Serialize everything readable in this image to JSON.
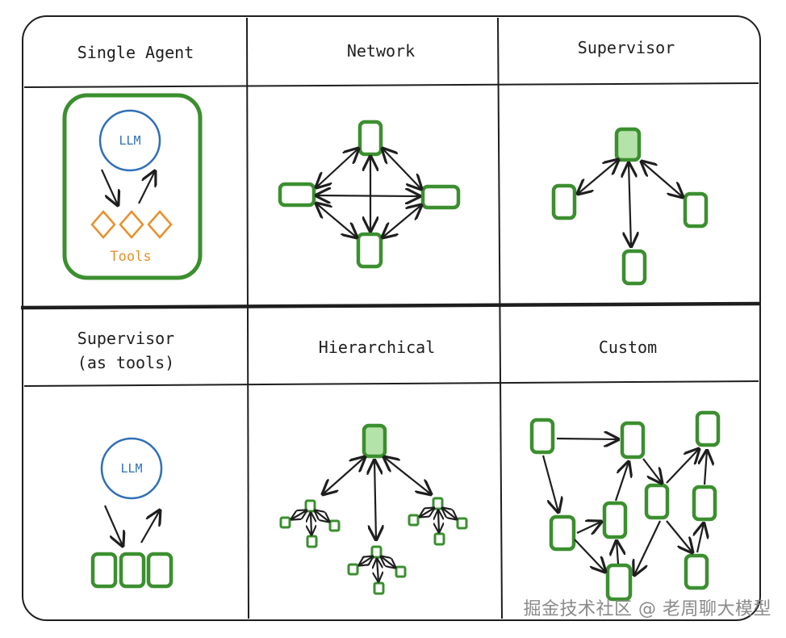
{
  "headers": {
    "single_agent": "Single Agent",
    "network": "Network",
    "supervisor": "Supervisor",
    "supervisor_tools_line1": "Supervisor",
    "supervisor_tools_line2": "(as tools)",
    "hierarchical": "Hierarchical",
    "custom": "Custom"
  },
  "single_agent": {
    "llm_label": "LLM",
    "tools_label": "Tools"
  },
  "supervisor_tools": {
    "llm_label": "LLM"
  },
  "watermark": "掘金技术社区 @ 老周聊大模型",
  "colors": {
    "agent_green": "#3b8f2f",
    "supervisor_fill": "#b5e2a8",
    "llm_blue": "#2f6fb6",
    "tools_orange": "#e8902a",
    "ink": "#1e1e1e"
  }
}
